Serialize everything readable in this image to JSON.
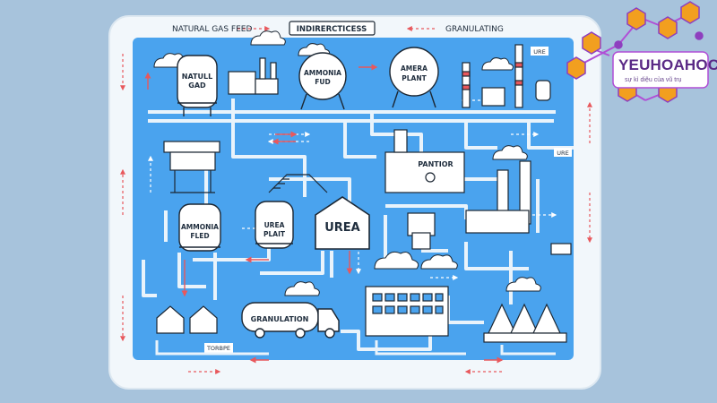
{
  "diagram": {
    "top_labels": {
      "left": "NATURAL GAS FEED",
      "center": "INDIRERCTICESS",
      "right": "GRANULATING"
    },
    "tanks": [
      {
        "label_1": "NATULL",
        "label_2": "GAD"
      },
      {
        "label_1": "AMMONIA",
        "label_2": "FUD"
      },
      {
        "label_1": "AMERA",
        "label_2": "PLANT"
      },
      {
        "label_1": "AMMONIA",
        "label_2": "FLED"
      },
      {
        "label_1": "UREA",
        "label_2": "PLAIT"
      }
    ],
    "urea_building": "UREA",
    "pantior": "PANTIOR",
    "granulation_truck": "GRANULATION",
    "tag_ure_top": "URE",
    "tag_ure_mid": "URE",
    "tag_torbpe": "TORBPE",
    "colors": {
      "background": "#a7c3dc",
      "panel": "#f2f7fb",
      "diagram_blue": "#4aa3ee",
      "pipe": "#e9f3fb",
      "outline": "#1c2733",
      "accent_red": "#e8585c"
    }
  },
  "brand": {
    "name": "YEUHOAHOC",
    "tagline": "sự kì diệu của vũ trụ"
  }
}
